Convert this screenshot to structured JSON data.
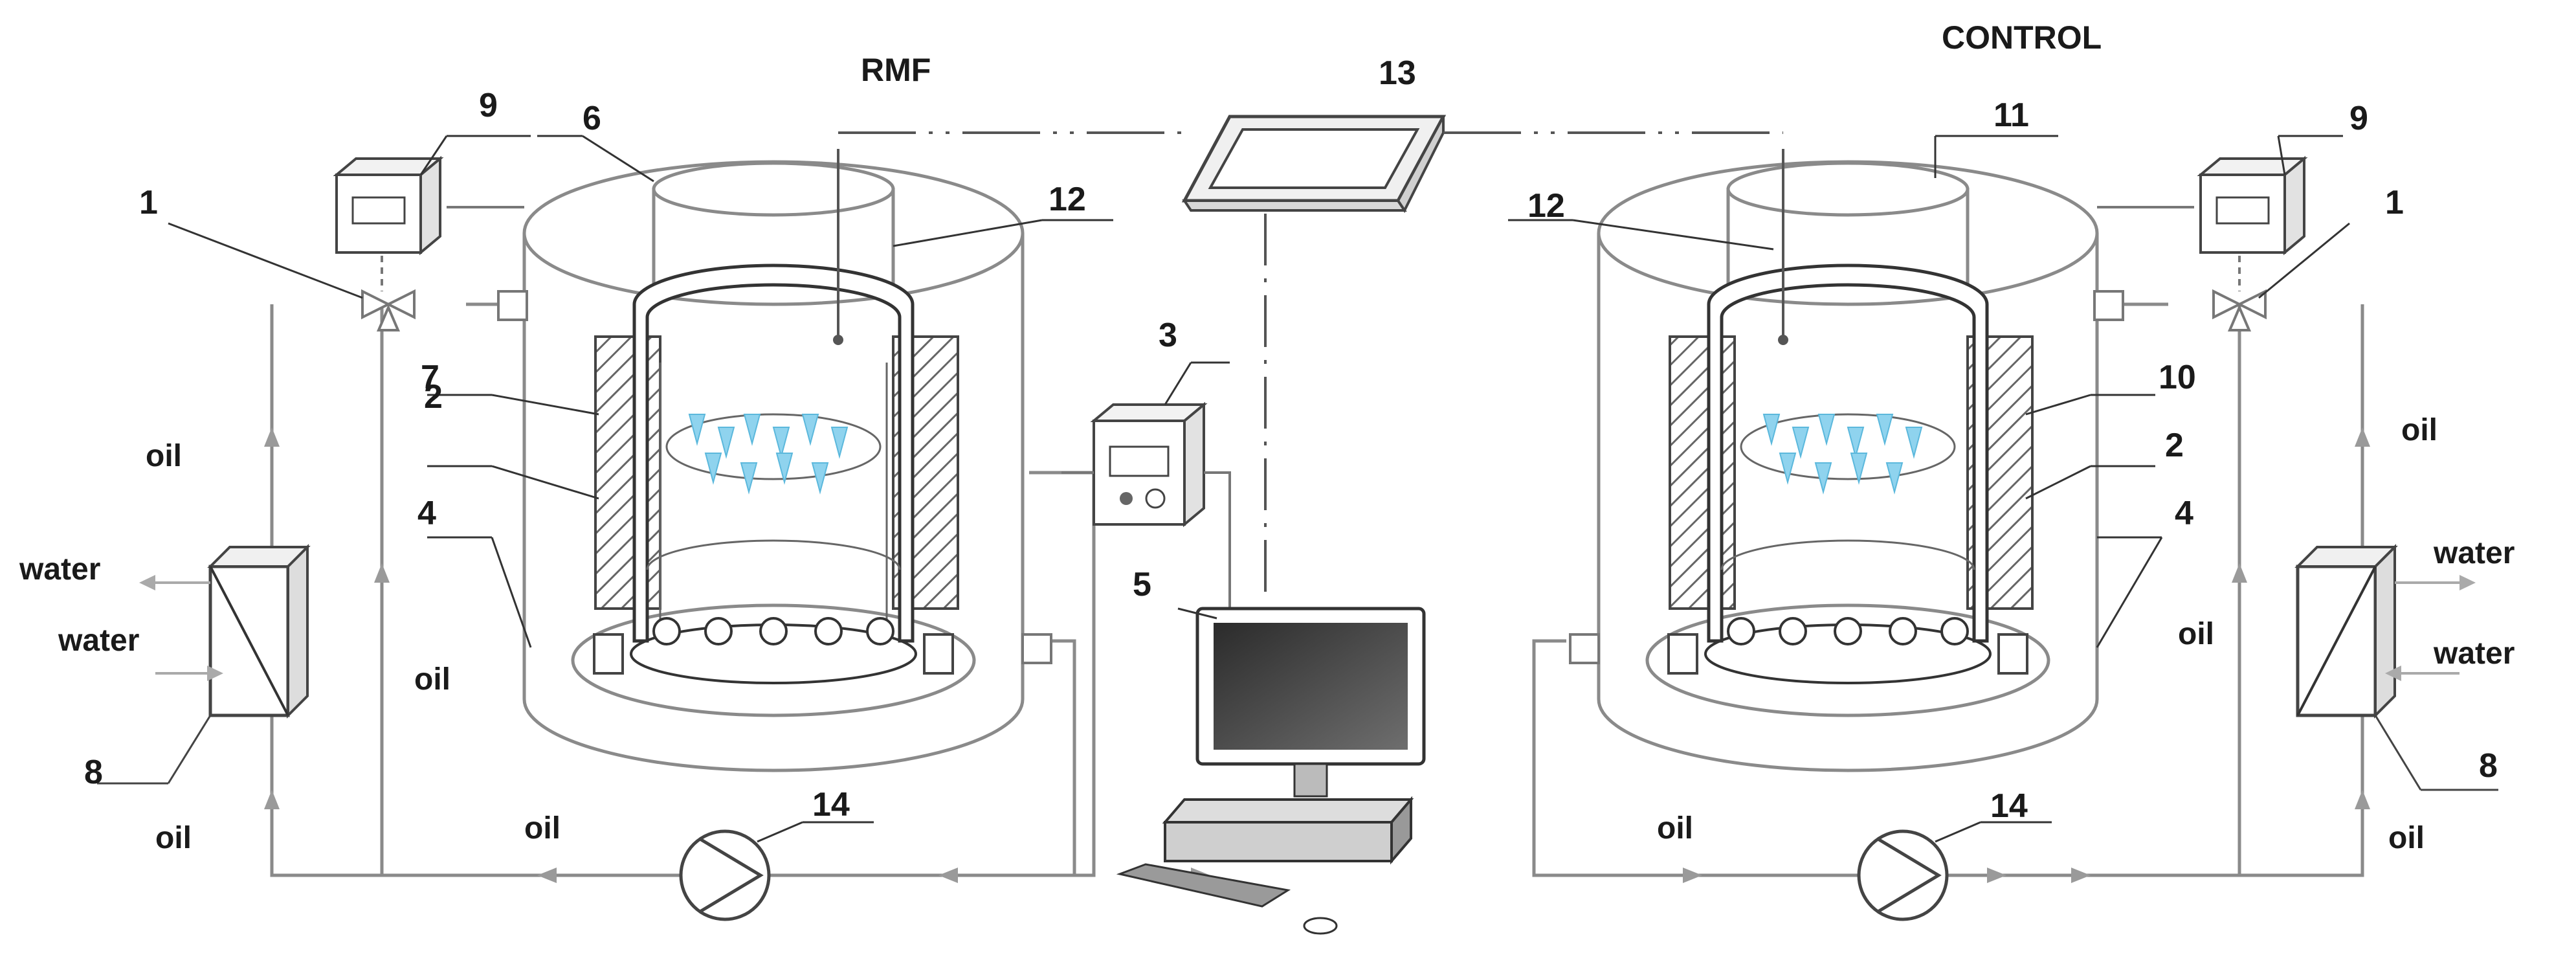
{
  "titles": {
    "rmf": "RMF",
    "control": "CONTROL"
  },
  "numbers": {
    "n1": "1",
    "n2": "2",
    "n3": "3",
    "n4": "4",
    "n5": "5",
    "n6": "6",
    "n7": "7",
    "n8": "8",
    "n9": "9",
    "n10": "10",
    "n11": "11",
    "n12": "12",
    "n13": "13",
    "n14": "14"
  },
  "fluids": {
    "oil": "oil",
    "water": "water"
  },
  "colors": {
    "line": "#8a8a8a",
    "dark": "#222222",
    "tube": "#8fd3ee",
    "screen": "#3a3a3a"
  }
}
